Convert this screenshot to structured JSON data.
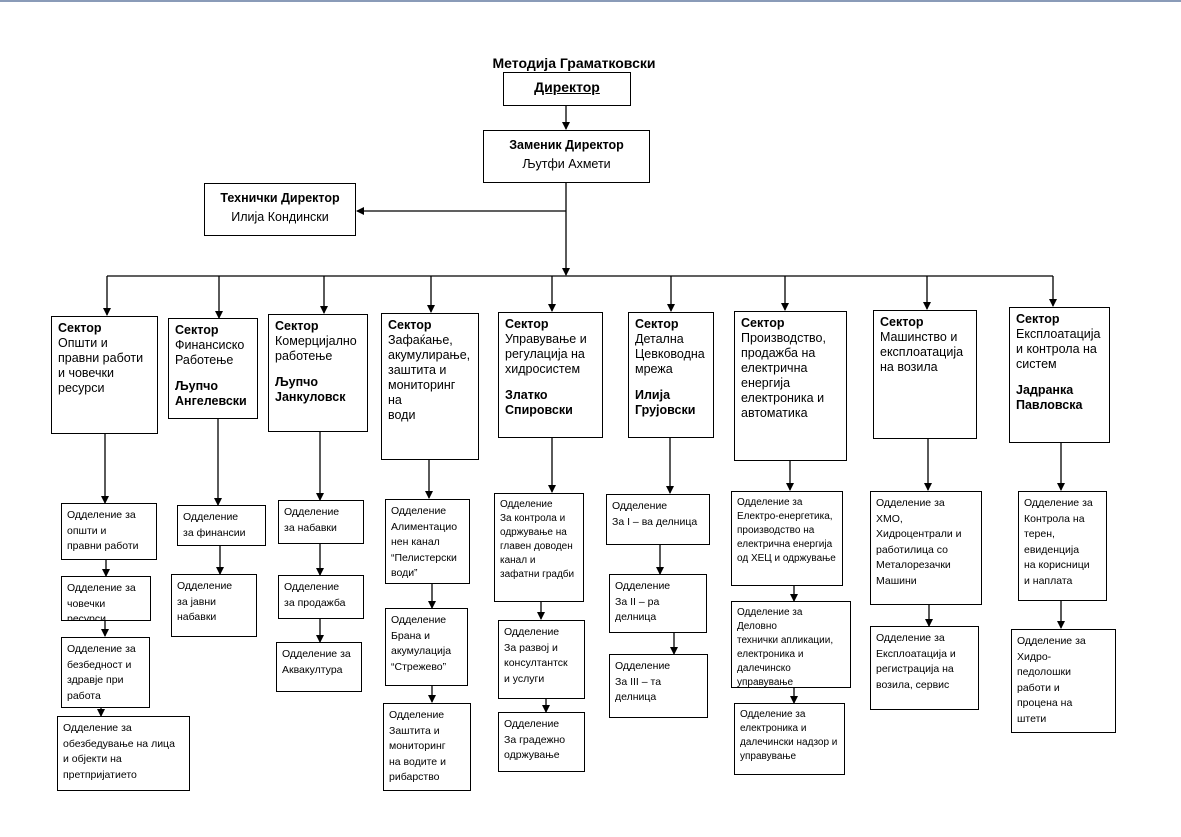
{
  "head": {
    "name": "Методија  Граматковски",
    "title": "Директор"
  },
  "deputy": {
    "title": "Заменик Директор",
    "name": "Љутфи Ахмети"
  },
  "technical": {
    "title": "Технички Директор",
    "name": "Илија Кондински"
  },
  "sectors": [
    {
      "id": 1,
      "lines": [
        "Сектор",
        "Општи и",
        "правни работи",
        "и човечки",
        "ресурси"
      ],
      "manager": [],
      "departments": [
        [
          "Одделение за",
          "општи и",
          "правни работи"
        ],
        [
          "Одделение за",
          "човечки ресурси"
        ],
        [
          "Одделение за",
          "безбедност и",
          "здравје при",
          "работа"
        ],
        [
          "Одделение за",
          "обезбедување на лица",
          "и објекти на",
          "претпријатието"
        ]
      ]
    },
    {
      "id": 2,
      "lines": [
        "Сектор",
        "Финансиско",
        "Работење"
      ],
      "manager": [
        "Љупчо",
        "Ангелевски"
      ],
      "departments": [
        [
          "Одделение",
          "за финансии"
        ],
        [
          "Одделение",
          "за јавни",
          "набавки"
        ]
      ]
    },
    {
      "id": 3,
      "lines": [
        "Сектор",
        "Комерцијално",
        "работење"
      ],
      "manager": [
        "Љупчо",
        "Јанкуловск"
      ],
      "departments": [
        [
          "Одделение",
          "за набавки"
        ],
        [
          "Одделение",
          "за продажба"
        ],
        [
          "Одделение за",
          "Аквакултура"
        ]
      ]
    },
    {
      "id": 4,
      "lines": [
        "Сектор",
        "Зафаќање,",
        "акумулирање,",
        "заштита и",
        "мониторинг на",
        "води"
      ],
      "manager": [],
      "departments": [
        [
          "Одделение",
          "Алиментацио",
          "нен канал",
          "“Пелистерски",
          "води”"
        ],
        [
          "Одделение",
          "Брана и",
          "акумулација",
          "“Стрежево”"
        ],
        [
          "Одделение",
          "Заштита  и",
          "мониторинг",
          "на водите и",
          "рибарство"
        ]
      ]
    },
    {
      "id": 5,
      "lines": [
        "Сектор",
        "Управување и",
        "регулација на",
        "хидросистем"
      ],
      "manager": [
        "Златко",
        "Спировски"
      ],
      "departments": [
        [
          "Одделение",
          "За контрола и",
          "одржување на",
          "главен доводен",
          "канал и",
          "зафатни градби"
        ],
        [
          "Одделение",
          "За развој  и",
          "консултантск",
          "и услуги"
        ],
        [
          "Одделение",
          "За градежно",
          "одржување"
        ]
      ]
    },
    {
      "id": 6,
      "lines": [
        "Сектор",
        "Детална",
        "Цевководна",
        "мрежа"
      ],
      "manager": [
        "Илија",
        "Грујовски"
      ],
      "departments": [
        [
          "Одделение",
          "За I – ва делница"
        ],
        [
          "Одделение",
          "За II – ра",
          "делница"
        ],
        [
          "Одделение",
          "За III – та",
          "делница"
        ]
      ]
    },
    {
      "id": 7,
      "lines": [
        "Сектор",
        "Производство,",
        "продажба на",
        "електрична",
        "енергија",
        "електроника и",
        "автоматика"
      ],
      "manager": [],
      "departments": [
        [
          "Одделение за",
          "Електро-енергетика,",
          "производство на",
          "електрична енергија",
          "од ХЕЦ и одржување"
        ],
        [
          "Одделение за Деловно",
          "технички апликации,",
          "електроника и",
          "далечинско",
          "управување"
        ],
        [
          "Одделение за",
          "електроника и",
          "далечински надзор и",
          "управување"
        ]
      ]
    },
    {
      "id": 8,
      "lines": [
        "Сектор",
        "Машинство и",
        "експлоатација",
        "на возила"
      ],
      "manager": [],
      "departments": [
        [
          "Одделение за",
          "ХМО,",
          "Хидроцентрали и",
          "работилица со",
          "Металорезачки",
          "Машини"
        ],
        [
          "Одделение за",
          "Експлоатација и",
          "регистрација на",
          "возила, сервис"
        ]
      ]
    },
    {
      "id": 9,
      "lines": [
        "Сектор",
        "Експлоатација",
        "и контрола на",
        "систем"
      ],
      "manager": [
        "Јадранка",
        "Павловска"
      ],
      "departments": [
        [
          "Одделение за",
          "Контрола на",
          "терен,",
          "евиденција",
          "на корисници",
          "и наплата"
        ],
        [
          "Одделение за",
          "Хидро-",
          "педолошки",
          "работи и",
          "процена на",
          "штети"
        ]
      ]
    }
  ]
}
